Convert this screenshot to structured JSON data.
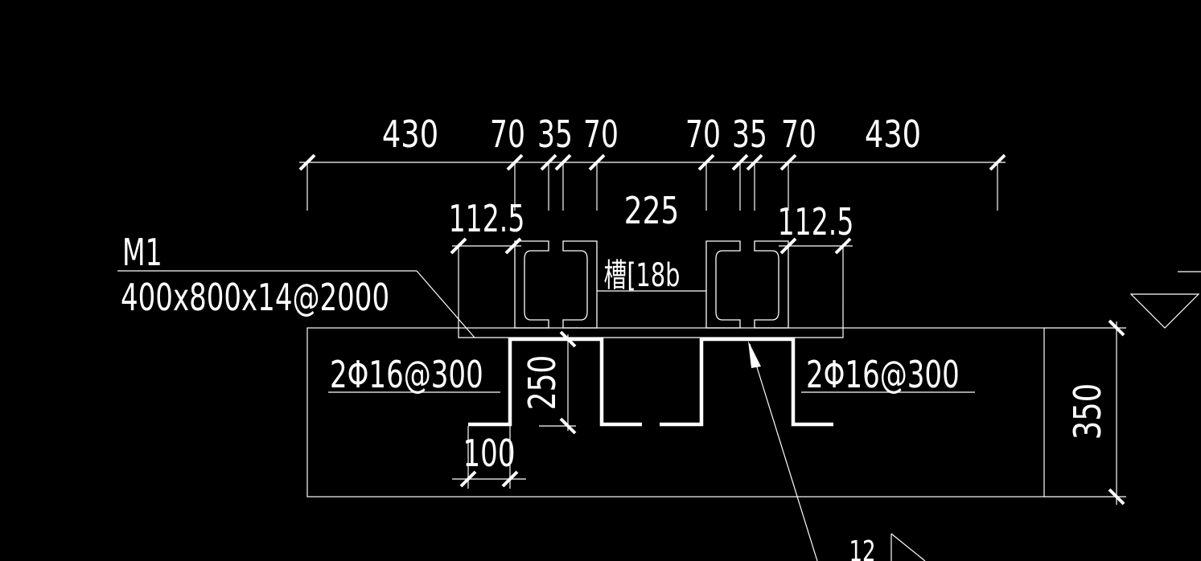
{
  "drawing": {
    "top_dimensions": [
      "430",
      "70",
      "35",
      "70",
      "70",
      "35",
      "70",
      "430"
    ],
    "second_dimensions": [
      "112.5",
      "225",
      "112.5"
    ],
    "channel_label": "槽[18b",
    "plate_label": "M1",
    "plate_spec": "400x800x14@2000",
    "rebar_left": "2Φ16@300",
    "rebar_right": "2Φ16@300",
    "dim_250": "250",
    "dim_100": "100",
    "dim_350": "350",
    "leader_12": "12"
  }
}
